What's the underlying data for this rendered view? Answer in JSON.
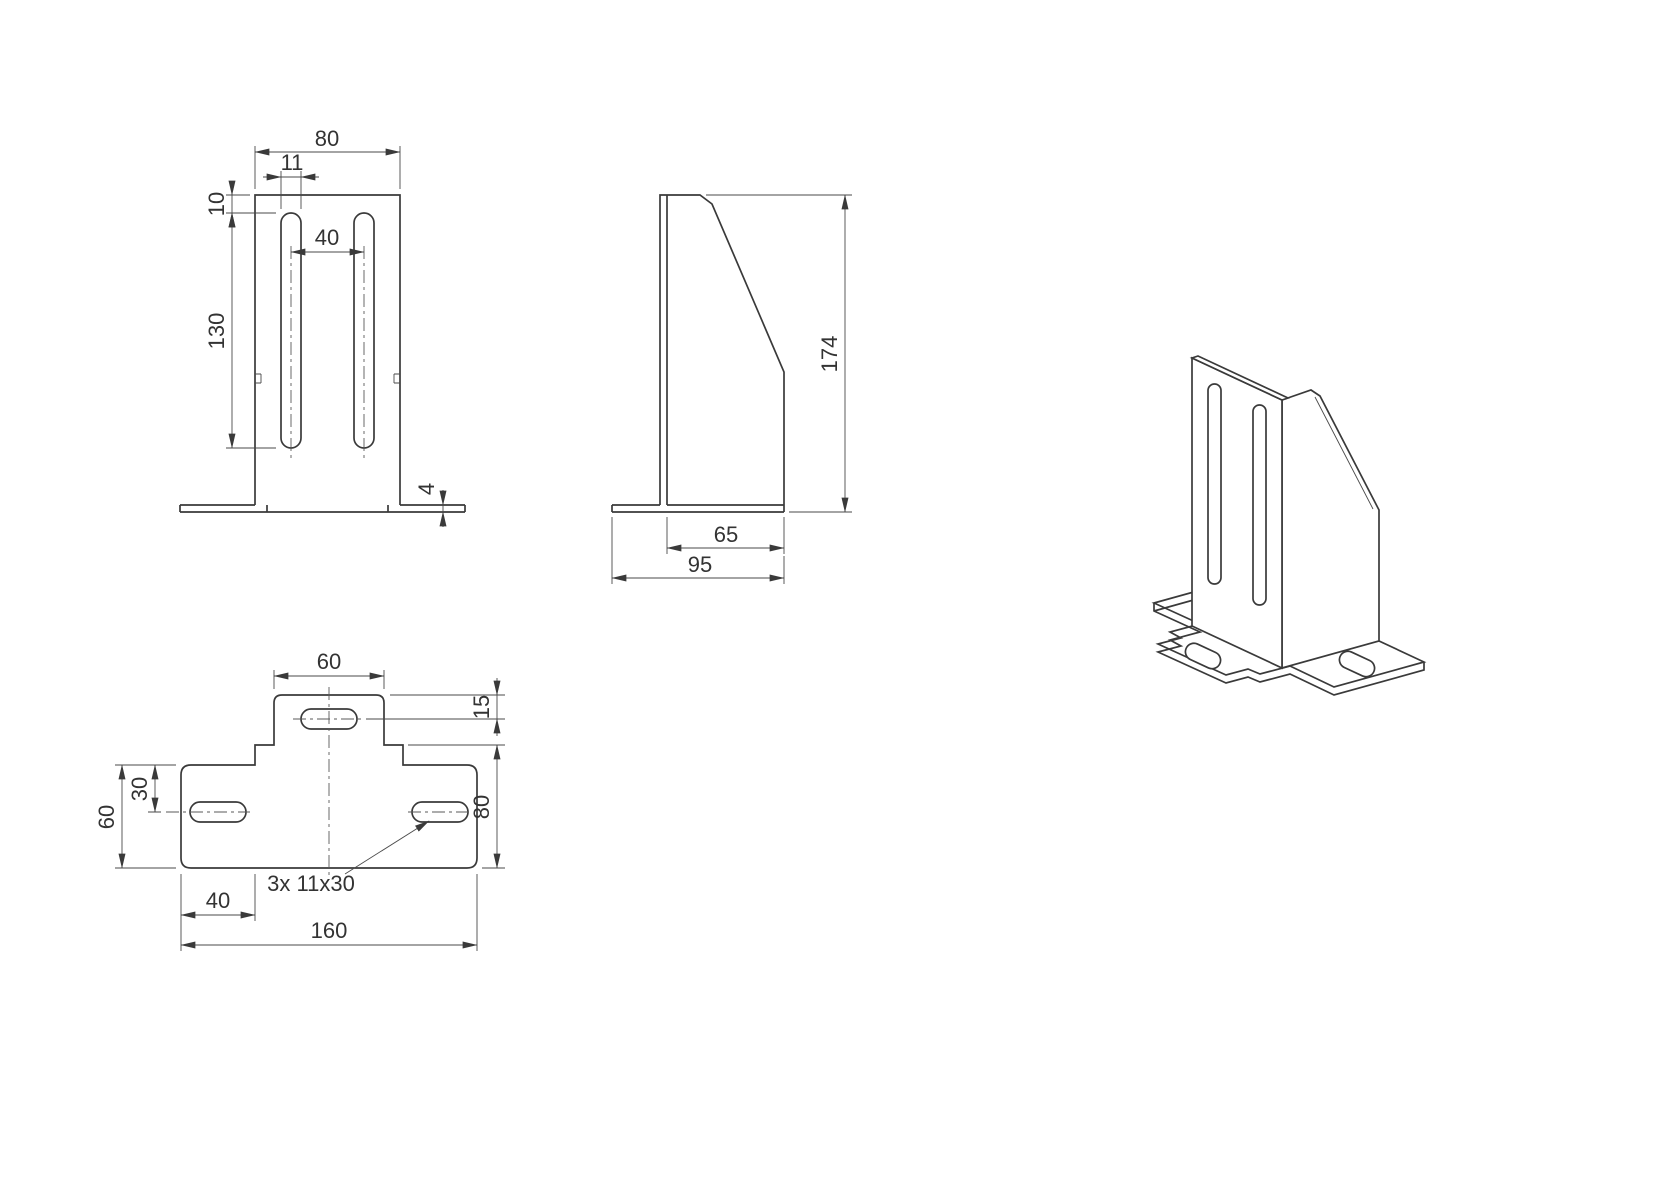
{
  "drawing": {
    "front": {
      "width": "80",
      "slot_width": "11",
      "top_offset": "10",
      "slot_spacing": "40",
      "slot_length": "130",
      "flange_thickness": "4"
    },
    "side": {
      "height": "174",
      "lower_depth": "65",
      "base_depth": "95"
    },
    "plan": {
      "tab_width": "60",
      "tab_slot_offset": "15",
      "wing_slot_offset": "30",
      "wing_depth": "60",
      "center_depth": "80",
      "wing_width": "40",
      "total_width": "160",
      "slots_note": "3x 11x30"
    }
  }
}
